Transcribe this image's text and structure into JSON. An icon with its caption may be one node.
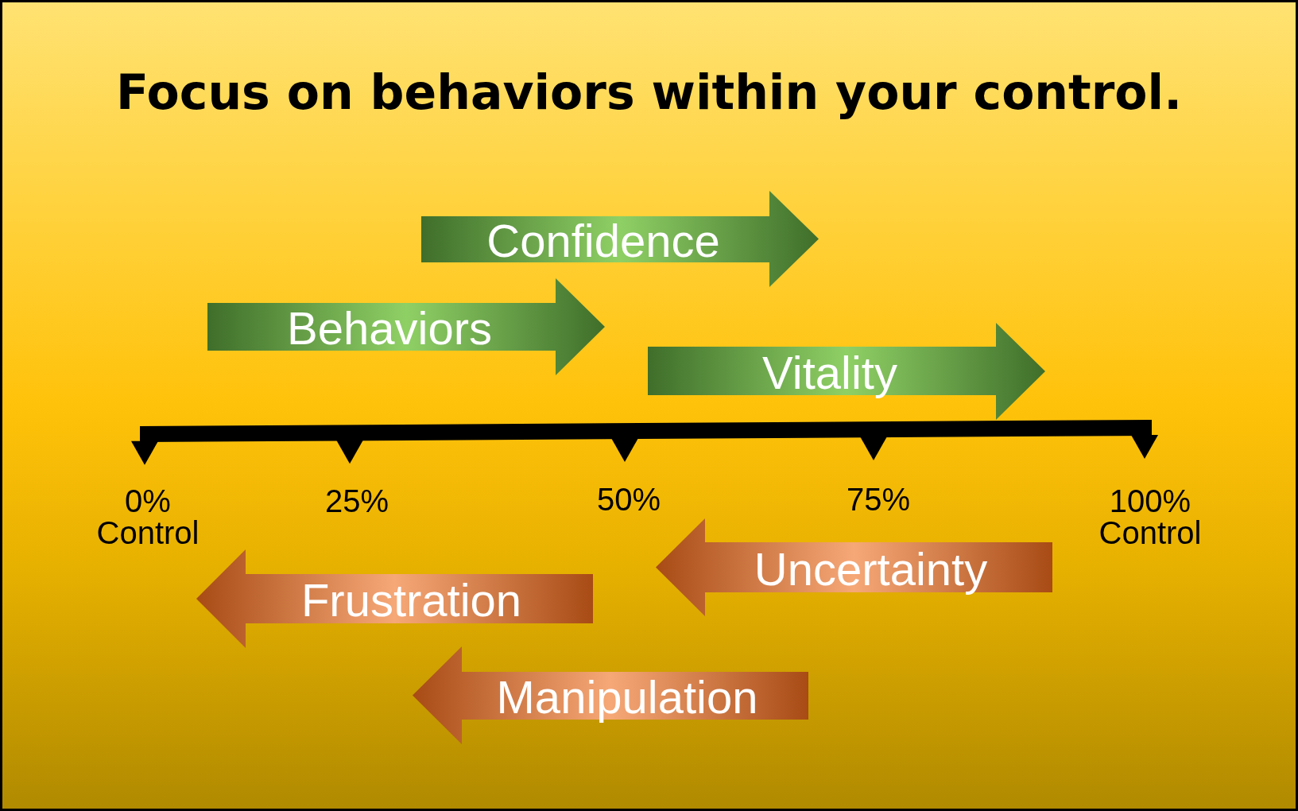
{
  "diagram": {
    "title": "Focus on behaviors within your control.",
    "nodes": [
      {
        "text": [
          "Confidence"
        ]
      },
      {
        "text": [
          "Behaviors"
        ]
      },
      {
        "text": [
          "Vitality"
        ]
      },
      {
        "text": [
          "Uncertainty"
        ]
      },
      {
        "text": [
          "Frustration"
        ]
      },
      {
        "text": [
          "Manipulation"
        ]
      }
    ],
    "labels": [
      "0% Control",
      "25%",
      "50%",
      "75%",
      "100% Control"
    ]
  }
}
